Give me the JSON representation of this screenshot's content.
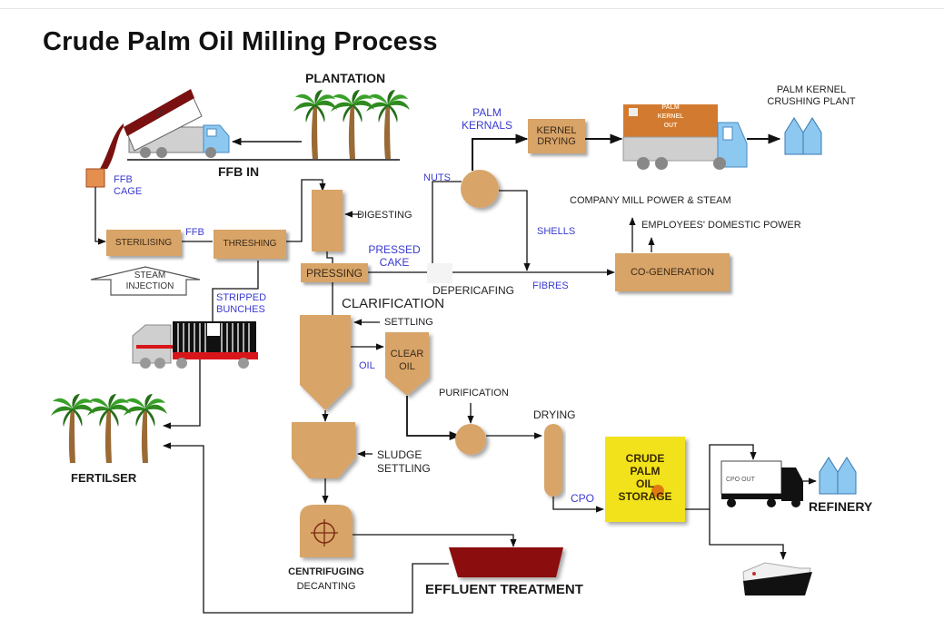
{
  "title": "Crude Palm Oil Milling Process",
  "colors": {
    "process_box": "#d8a467",
    "label_blue": "#3a3ad0",
    "storage_yellow": "#f2e21c",
    "effluent_red": "#8b0a0a",
    "building_blue": "#8cc8f0",
    "truck_cab_blue": "#8cc8f0"
  },
  "nodes": {
    "plantation": "PLANTATION",
    "ffb_in": "FFB IN",
    "ffb_cage": "FFB\nCAGE",
    "ffb_cage_line1": "FFB",
    "ffb_cage_line2": "CAGE",
    "sterilising": "STERILISING",
    "ffb_link": "FFB",
    "threshing": "THRESHING",
    "steam_injection_line1": "STEAM",
    "steam_injection_line2": "INJECTION",
    "stripped_bunches_line1": "STRIPPED",
    "stripped_bunches_line2": "BUNCHES",
    "digesting": "DIGESTING",
    "pressing": "PRESSING",
    "pressed_cake_line1": "PRESSED",
    "pressed_cake_line2": "CAKE",
    "depericarping": "DEPERICAFING",
    "nuts": "NUTS",
    "palm_kernals_line1": "PALM",
    "palm_kernals_line2": "KERNALS",
    "kernel_drying_line1": "KERNEL",
    "kernel_drying_line2": "DRYING",
    "truck_kernel_line1": "PALM",
    "truck_kernel_line2": "KERNEL",
    "truck_kernel_line3": "OUT",
    "pk_crushing_line1": "PALM KERNEL",
    "pk_crushing_line2": "CRUSHING PLANT",
    "shells": "SHELLS",
    "fibres": "FIBRES",
    "co_generation": "CO-GENERATION",
    "company_mill_power": "COMPANY MILL POWER & STEAM",
    "employees_power": "EMPLOYEES' DOMESTIC POWER",
    "clarification": "CLARIFICATION",
    "settling": "SETTLING",
    "oil": "OIL",
    "clear_oil_line1": "CLEAR",
    "clear_oil_line2": "OIL",
    "purification": "PURIFICATION",
    "drying": "DRYING",
    "cpo": "CPO",
    "storage_line1": "CRUDE",
    "storage_line2": "PALM",
    "storage_line3": "OIL",
    "storage_line4": "STORAGE",
    "sludge_settling_line1": "SLUDGE",
    "sludge_settling_line2": "SETTLING",
    "centrifuging": "CENTRIFUGING",
    "decanting": "DECANTING",
    "effluent_treatment": "EFFLUENT TREATMENT",
    "fertiliser": "FERTILSER",
    "cpo_out_truck": "CPO OUT",
    "refinery": "REFINERY"
  }
}
